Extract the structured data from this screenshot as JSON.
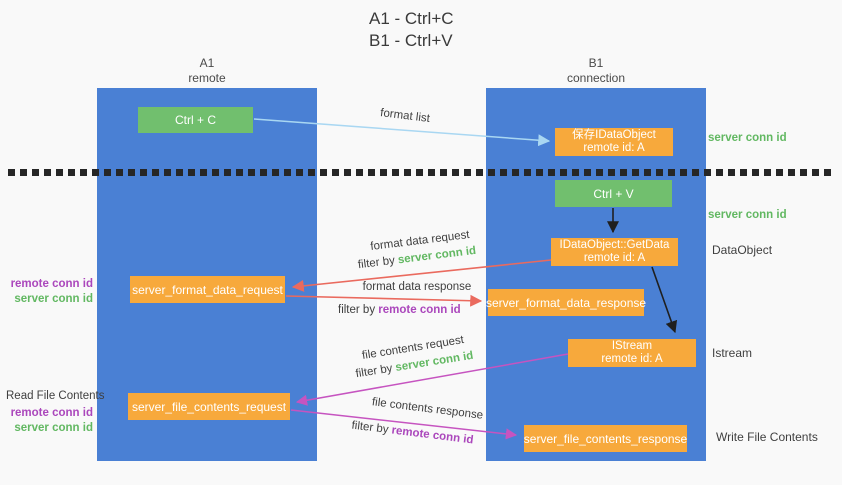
{
  "title": {
    "line1": "A1 - Ctrl+C",
    "line2": "B1 - Ctrl+V"
  },
  "columns": {
    "a1": {
      "name": "A1",
      "role": "remote"
    },
    "b1": {
      "name": "B1",
      "role": "connection"
    }
  },
  "key_boxes": {
    "ctrl_c": "Ctrl + C",
    "ctrl_v": "Ctrl + V"
  },
  "message_boxes": {
    "save_dataobject": {
      "title": "保存IDataObject",
      "subtitle": "remote id: A"
    },
    "getdata": {
      "title": "IDataObject::GetData",
      "subtitle": "remote id: A"
    },
    "format_request": "server_format_data_request",
    "format_response": "server_format_data_response",
    "istream": {
      "title": "IStream",
      "subtitle": "remote id: A"
    },
    "file_request": "server_file_contents_request",
    "file_response": "server_file_contents_response"
  },
  "arrow_labels": {
    "format_list": "format list",
    "format_data_request": "format data request",
    "format_data_response": "format data response",
    "file_contents_request": "file contents request",
    "file_contents_response": "file contents response",
    "filter_by": "filter by",
    "server_conn_id": "server conn id",
    "remote_conn_id": "remote conn id"
  },
  "side_labels": {
    "server_conn_id_top": "server conn id",
    "server_conn_id_mid": "server conn id",
    "dataobject": "DataObject",
    "istream": "Istream",
    "write_file_contents": "Write File Contents",
    "read_file_contents": "Read File Contents",
    "remote_conn_id": "remote conn id",
    "server_conn_id": "server conn id"
  },
  "colors": {
    "lifeline_blue": "#4a80d4",
    "action_green": "#71bf6e",
    "message_orange": "#f7a93c",
    "request_red": "#ea6a5e",
    "file_magenta": "#c654c0",
    "format_list_blue": "#a9d7f2",
    "black_arrow": "#1f1f1f",
    "server_conn_green": "#62b862",
    "remote_conn_purple": "#ab47bc"
  }
}
